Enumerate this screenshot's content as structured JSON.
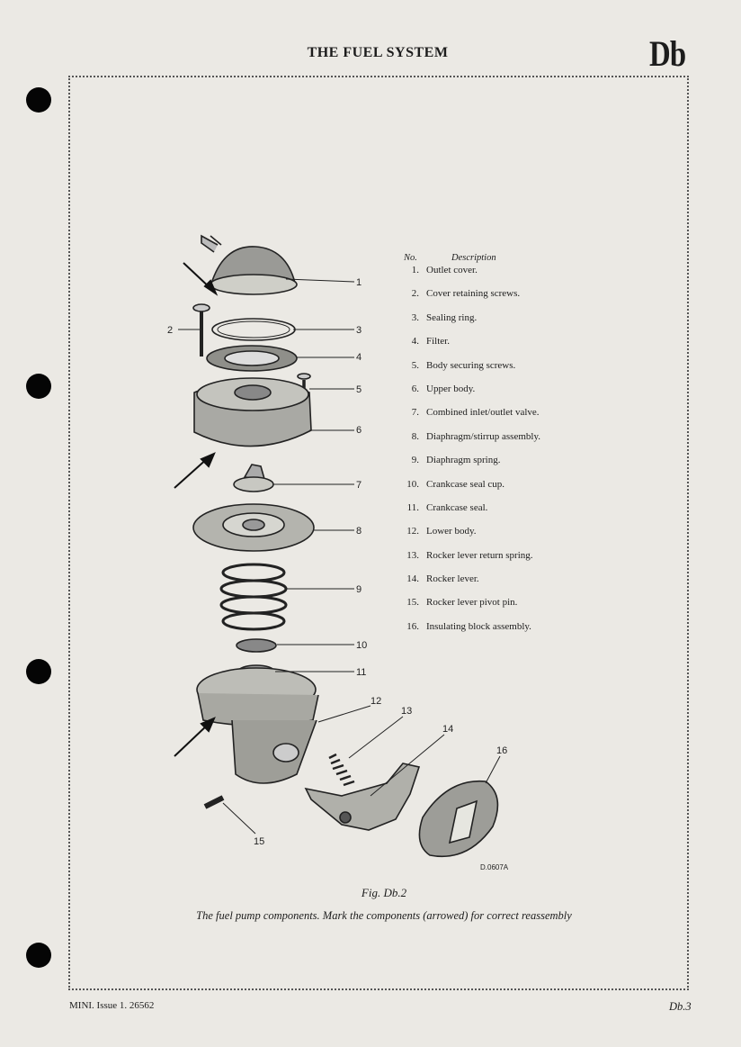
{
  "header": {
    "title": "THE FUEL SYSTEM",
    "section_code": "Db"
  },
  "legend": {
    "col_no": "No.",
    "col_desc": "Description",
    "items": [
      {
        "no": "1.",
        "label": "Outlet cover."
      },
      {
        "no": "2.",
        "label": "Cover retaining screws."
      },
      {
        "no": "3.",
        "label": "Sealing ring."
      },
      {
        "no": "4.",
        "label": "Filter."
      },
      {
        "no": "5.",
        "label": "Body securing screws."
      },
      {
        "no": "6.",
        "label": "Upper body."
      },
      {
        "no": "7.",
        "label": "Combined inlet/outlet valve."
      },
      {
        "no": "8.",
        "label": "Diaphragm/stirrup assembly."
      },
      {
        "no": "9.",
        "label": "Diaphragm spring."
      },
      {
        "no": "10.",
        "label": "Crankcase seal cup."
      },
      {
        "no": "11.",
        "label": "Crankcase seal."
      },
      {
        "no": "12.",
        "label": "Lower body."
      },
      {
        "no": "13.",
        "label": "Rocker lever return spring."
      },
      {
        "no": "14.",
        "label": "Rocker lever."
      },
      {
        "no": "15.",
        "label": "Rocker lever pivot pin."
      },
      {
        "no": "16.",
        "label": "Insulating block assembly."
      }
    ]
  },
  "diagram": {
    "callouts": [
      "1",
      "2",
      "3",
      "4",
      "5",
      "6",
      "7",
      "8",
      "9",
      "10",
      "11",
      "12",
      "13",
      "14",
      "15",
      "16"
    ],
    "drawing_ref": "D.0607A"
  },
  "caption": {
    "figure": "Fig. Db.2",
    "text": "The fuel pump components. Mark the components (arrowed) for correct reassembly"
  },
  "footer": {
    "left": "MINI.  Issue 1.  26562",
    "right": "Db.3"
  }
}
